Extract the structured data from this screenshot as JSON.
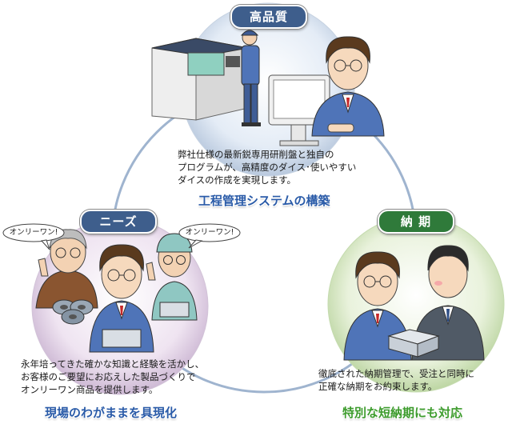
{
  "badges": {
    "quality": "高品質",
    "needs": "ニーズ",
    "delivery": "納 期"
  },
  "quality": {
    "lines": [
      "弊社仕様の最新鋭専用研削盤と独自の",
      "プログラムが、高精度のダイス･使いやすい",
      "ダイスの作成を実現します。"
    ],
    "caption": "工程管理システムの構築"
  },
  "needs": {
    "lines": [
      "永年培ってきた確かな知識と経験を活かし、",
      "お客様のご要望にお応えした製品づくりで",
      "オンリーワン商品を提供します。"
    ],
    "caption": "現場のわがままを具現化",
    "bubble_left": "オンリーワン!",
    "bubble_right": "オンリーワン!"
  },
  "delivery": {
    "lines": [
      "徹底された納期管理で、受注と同時に",
      "正確な納期をお約束します。"
    ],
    "caption": "特別な短納期にも対応"
  },
  "colors": {
    "badge_blue": "#3e5e8c",
    "badge_green": "#2f7a3a",
    "caption_blue": "#2a5ba8",
    "caption_green": "#3c9b2c",
    "circle_quality": "#dfe8f3",
    "circle_needs": "#ece3ef",
    "circle_delivery": "#e6f0d8",
    "ring": "#9fb4cf"
  }
}
